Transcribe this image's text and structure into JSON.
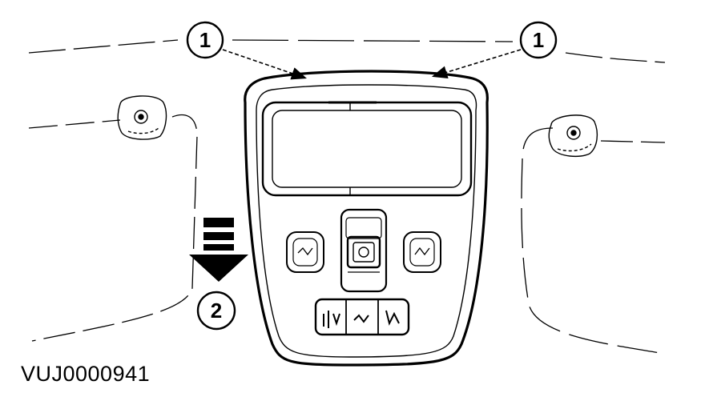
{
  "callouts": {
    "left_1": "1",
    "right_1": "1",
    "arrow_2": "2"
  },
  "reference_code": "VUJ0000941"
}
